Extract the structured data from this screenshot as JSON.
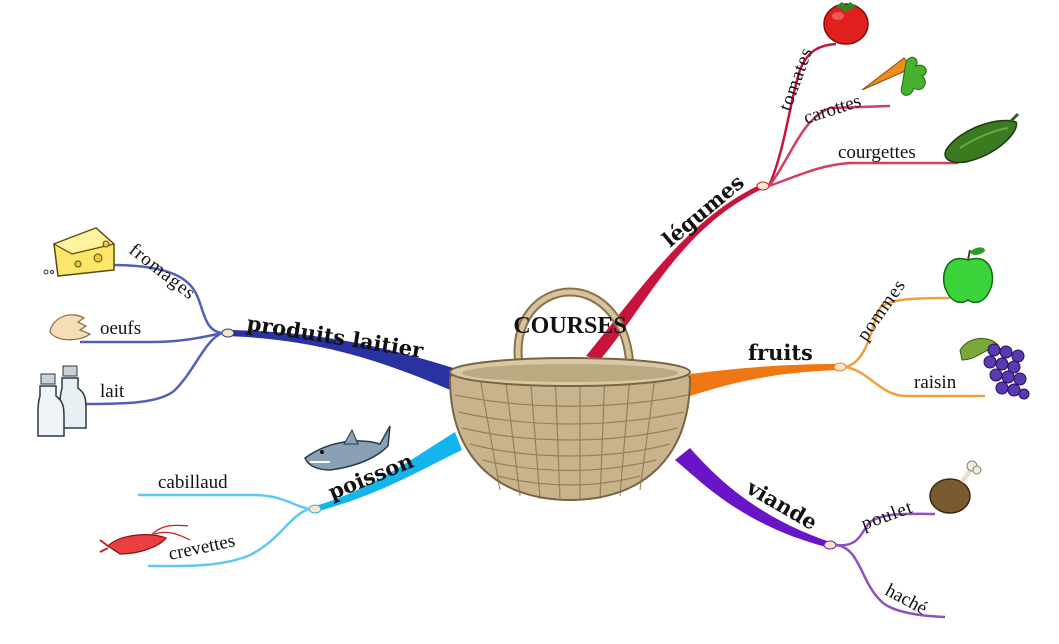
{
  "central": {
    "label": "COURSES",
    "icon": "basket-icon"
  },
  "colors": {
    "legumes": "#c8143c",
    "fruits": "#f07814",
    "viande": "#6a14c8",
    "poisson": "#14b4ec",
    "laitier": "#2832a0",
    "leaf_fruits": "#f0a040",
    "leaf_laitier": "#5060b8",
    "leaf_viande": "#9050c0",
    "leaf_poisson": "#60c8f0",
    "leaf_legumes": "#d04060"
  },
  "branches": {
    "legumes": {
      "label": "légumes",
      "leaves": [
        "tomates",
        "carottes",
        "courgettes"
      ],
      "icons": [
        "tomato-icon",
        "carrot-icon",
        "zucchini-icon"
      ]
    },
    "fruits": {
      "label": "fruits",
      "leaves": [
        "pommes",
        "raisin"
      ],
      "icons": [
        "apple-icon",
        "grapes-icon"
      ]
    },
    "viande": {
      "label": "viande",
      "leaves": [
        "poulet",
        "haché"
      ],
      "icons": [
        "chicken-leg-icon"
      ]
    },
    "poisson": {
      "label": "poisson",
      "leaves": [
        "cabillaud",
        "crevettes"
      ],
      "icons": [
        "shark-icon",
        "shrimp-icon"
      ]
    },
    "laitier": {
      "label": "produits laitier",
      "leaves": [
        "fromages",
        "oeufs",
        "lait"
      ],
      "icons": [
        "cheese-icon",
        "egg-icon",
        "milk-bottles-icon"
      ]
    }
  }
}
